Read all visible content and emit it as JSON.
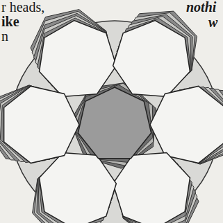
{
  "diagram": {
    "labels": [
      "r heads,",
      "ike",
      "n",
      "nothi",
      "w"
    ]
  }
}
